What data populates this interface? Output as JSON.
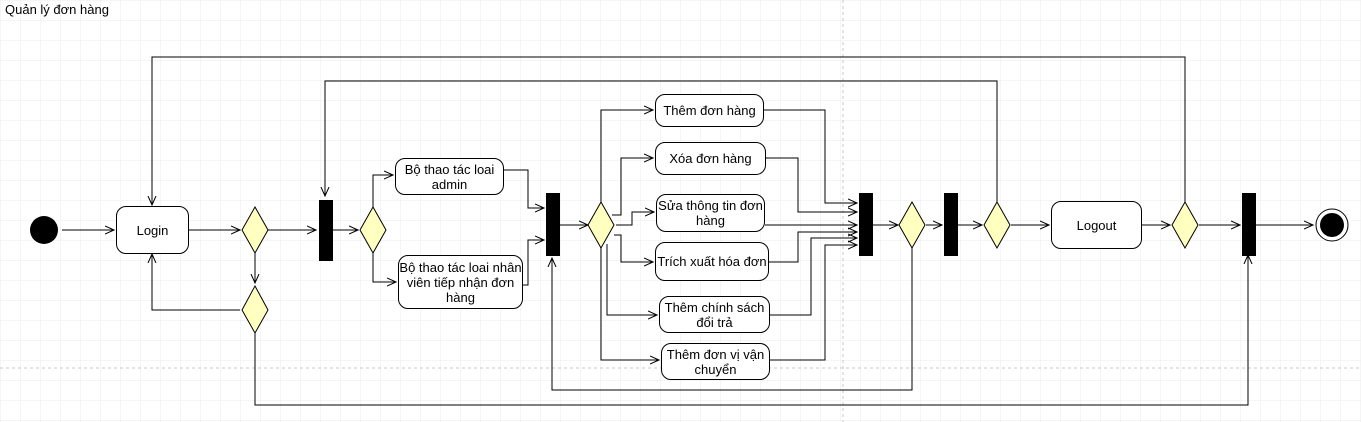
{
  "title": "Quản lý đơn hàng",
  "nodes": {
    "login": "Login",
    "admin_ops": "Bộ thao tác loai admin",
    "staff_ops": "Bộ thao tác loai nhân viên tiếp nhận đơn hàng",
    "add_order": "Thêm đơn hàng",
    "delete_order": "Xóa đơn hàng",
    "edit_order": "Sửa thông tin đơn hàng",
    "export_invoice": "Trích xuất hóa đơn",
    "add_return_policy": "Thêm chính sách đổi trả",
    "add_shipper": "Thêm đơn vị vận chuyển",
    "logout": "Logout"
  },
  "colors": {
    "decision_fill": "#ffffc0",
    "bar_fill": "#000000",
    "grid": "#e8e8e8"
  }
}
